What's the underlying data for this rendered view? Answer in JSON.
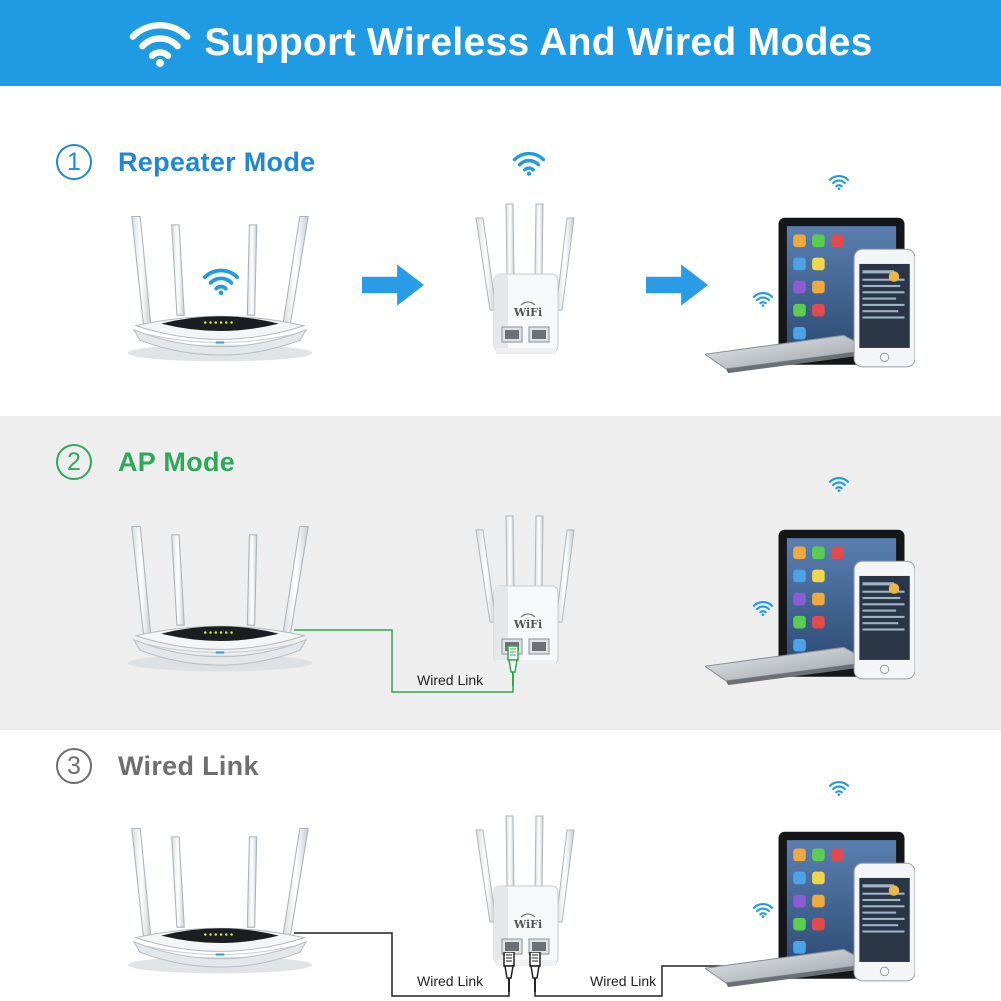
{
  "banner": {
    "title": "Support Wireless And Wired Modes",
    "icon": "wifi-icon",
    "color": "#1e9be3"
  },
  "modes": [
    {
      "number": "1",
      "title": "Repeater Mode",
      "color": "#1e88d8",
      "wired_labels": []
    },
    {
      "number": "2",
      "title": "AP Mode",
      "color": "#2ea85a",
      "wired_labels": [
        "Wired Link"
      ]
    },
    {
      "number": "3",
      "title": "Wired Link",
      "color": "#6e6e6e",
      "wired_labels": [
        "Wired Link",
        "Wired Link"
      ]
    }
  ],
  "repeater_device": {
    "label": "WiFi"
  },
  "colors": {
    "wifi_signal": "#1e9be3",
    "arrow": "#2a9be6",
    "cable_ap": "#2eaa4a",
    "cable_wired": "#222222"
  }
}
